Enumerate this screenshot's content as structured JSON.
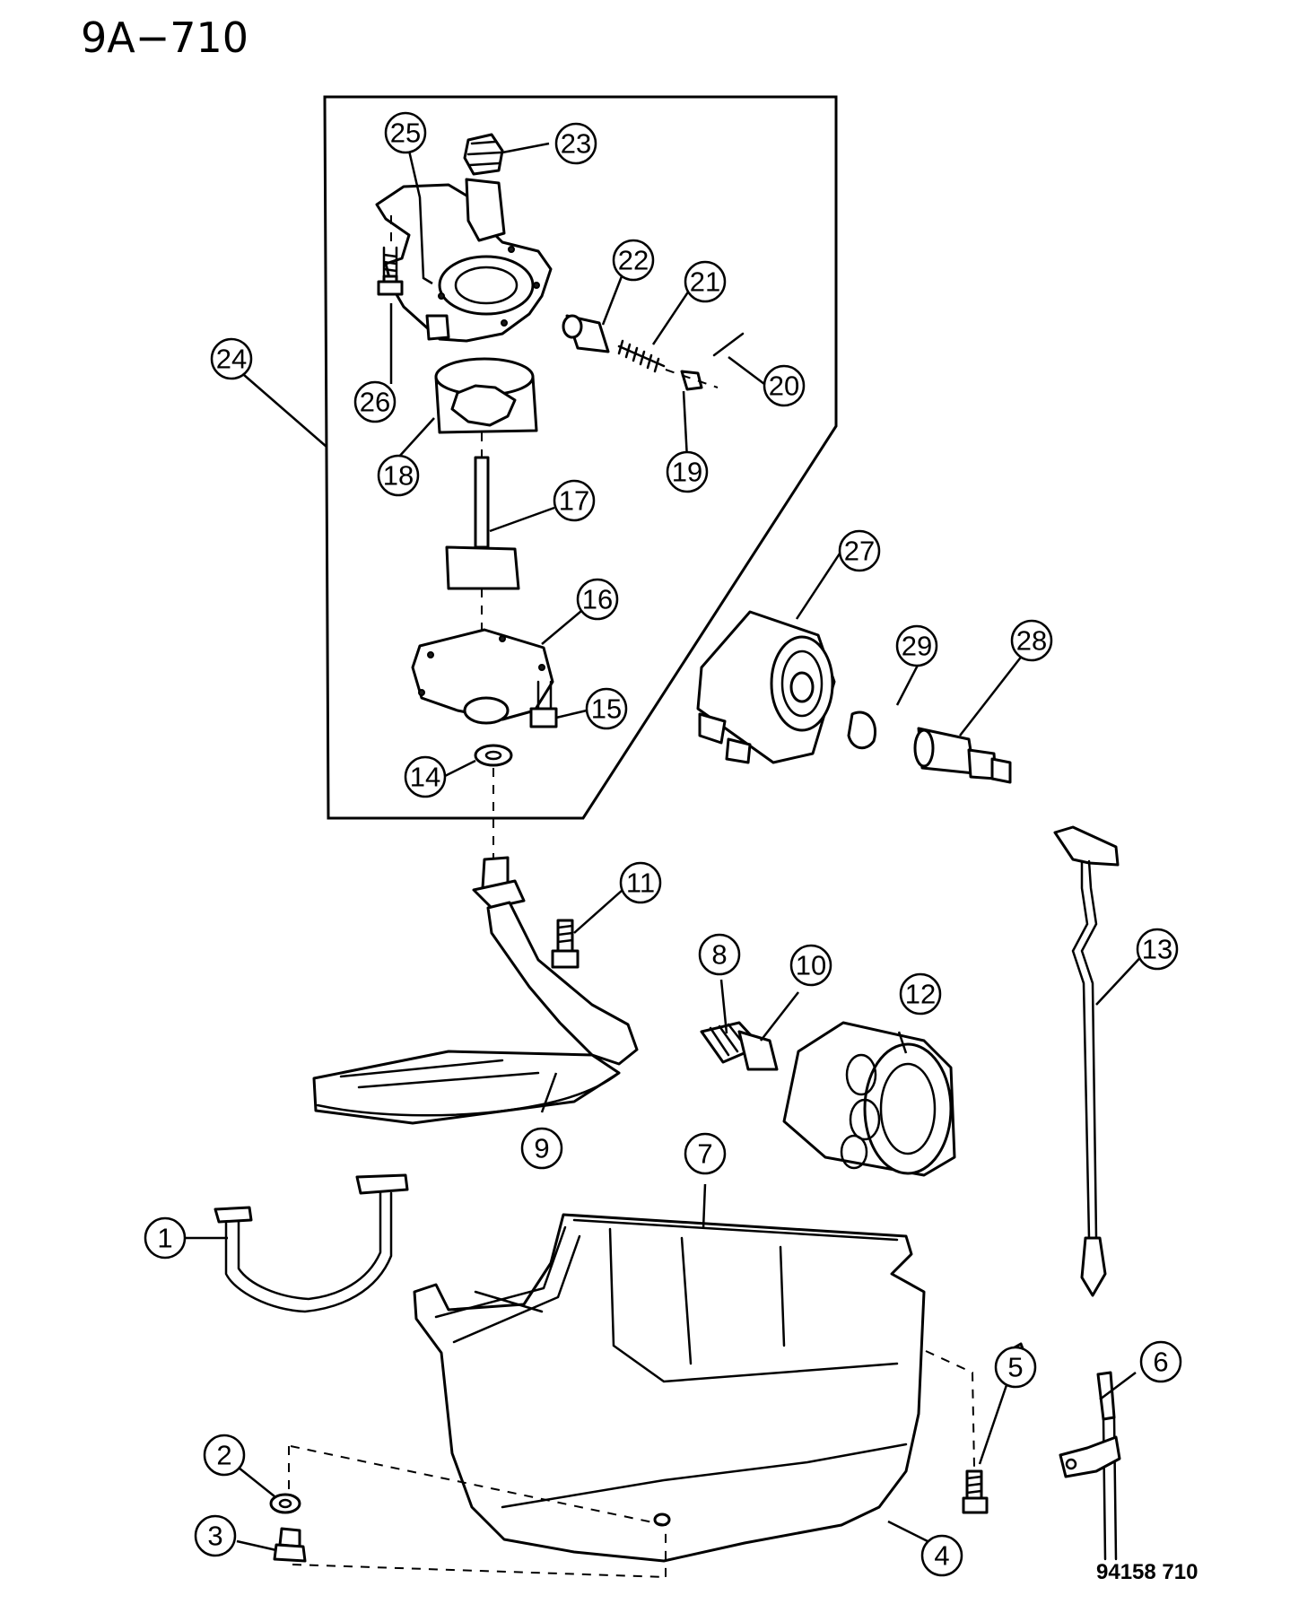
{
  "diagram_id": "9A−710",
  "figure_code": "94158  710",
  "callouts": {
    "c1": "1",
    "c2": "2",
    "c3": "3",
    "c4": "4",
    "c5": "5",
    "c6": "6",
    "c7": "7",
    "c8": "8",
    "c9": "9",
    "c10": "10",
    "c11": "11",
    "c12": "12",
    "c13": "13",
    "c14": "14",
    "c15": "15",
    "c16": "16",
    "c17": "17",
    "c18": "18",
    "c19": "19",
    "c20": "20",
    "c21": "21",
    "c22": "22",
    "c23": "23",
    "c24": "24",
    "c25": "25",
    "c26": "26",
    "c27": "27",
    "c28": "28",
    "c29": "29"
  }
}
